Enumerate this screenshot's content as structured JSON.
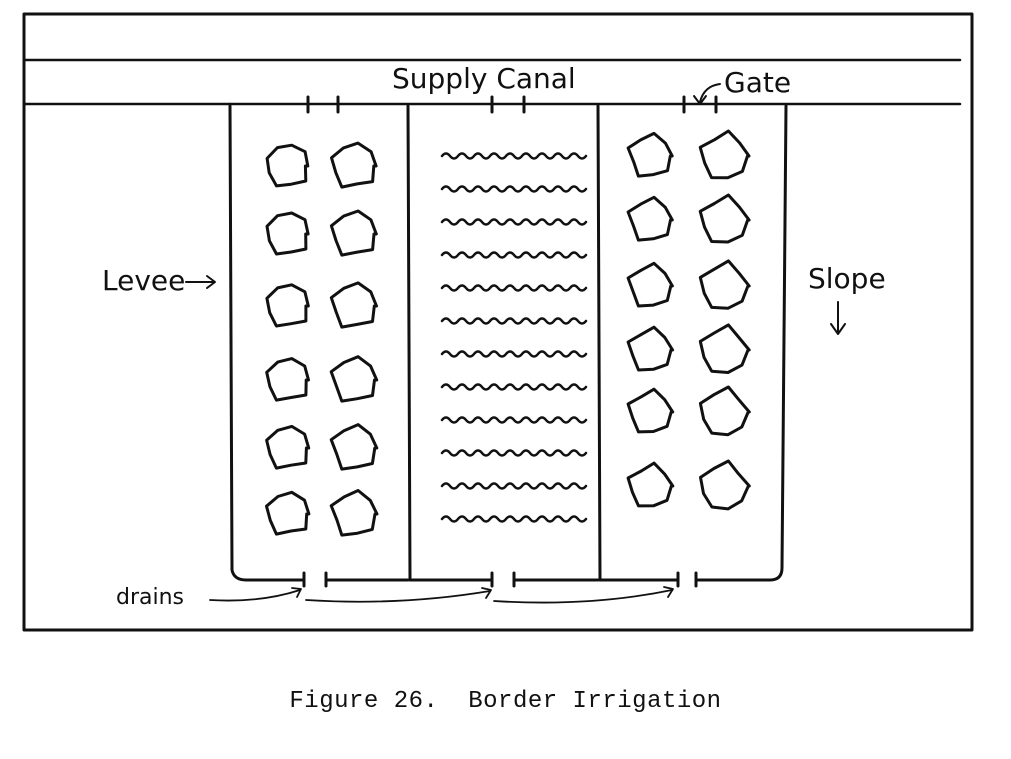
{
  "labels": {
    "supply_canal": "Supply Canal",
    "gate": "Gate",
    "levee": "Levee",
    "slope": "Slope",
    "drains": "drains"
  },
  "caption": "Figure 26.  Border Irrigation",
  "colors": {
    "ink": "#111111",
    "background": "#ffffff"
  }
}
